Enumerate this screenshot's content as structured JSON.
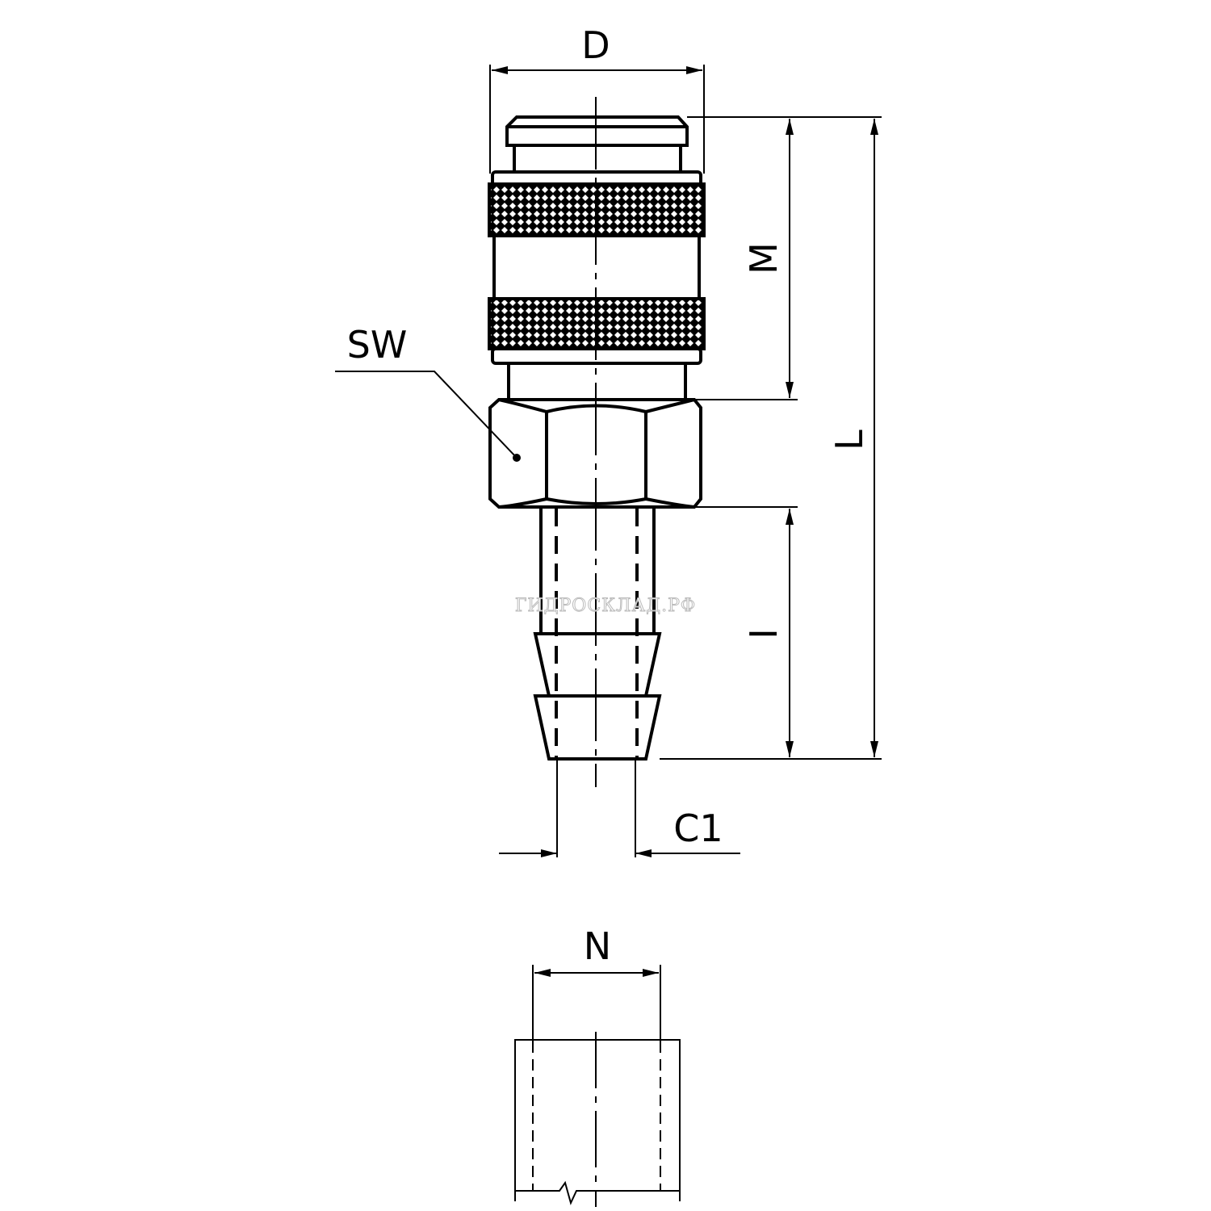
{
  "labels": {
    "D": "D",
    "M": "M",
    "L": "L",
    "SW": "SW",
    "I": "I",
    "C1": "C1",
    "N": "N"
  },
  "watermark": "ГИДРОСКЛАД.РФ",
  "colors": {
    "line": "#000000",
    "background": "#ffffff"
  }
}
